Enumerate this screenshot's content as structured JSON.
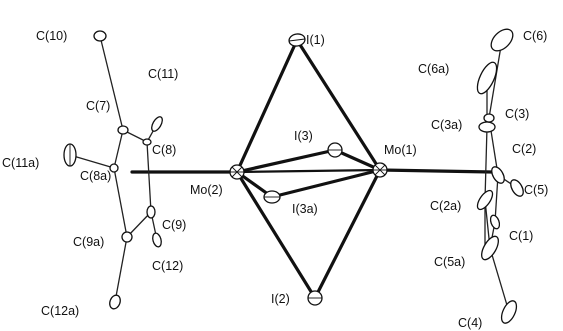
{
  "figure": {
    "atom_labels": {
      "C10": "C(10)",
      "C11": "C(11)",
      "C7": "C(7)",
      "C8": "C(8)",
      "C11a": "C(11a)",
      "C8a": "C(8a)",
      "Mo2": "Mo(2)",
      "C9a": "C(9a)",
      "C9": "C(9)",
      "C12": "C(12)",
      "C12a": "C(12a)",
      "I1": "I(1)",
      "I3": "I(3)",
      "I3a": "I(3a)",
      "I2": "I(2)",
      "Mo1": "Mo(1)",
      "C6a": "C(6a)",
      "C6": "C(6)",
      "C3a": "C(3a)",
      "C3": "C(3)",
      "C2": "C(2)",
      "C2a": "C(2a)",
      "C5": "C(5)",
      "C1": "C(1)",
      "C5a": "C(5a)",
      "C4": "C(4)"
    }
  }
}
